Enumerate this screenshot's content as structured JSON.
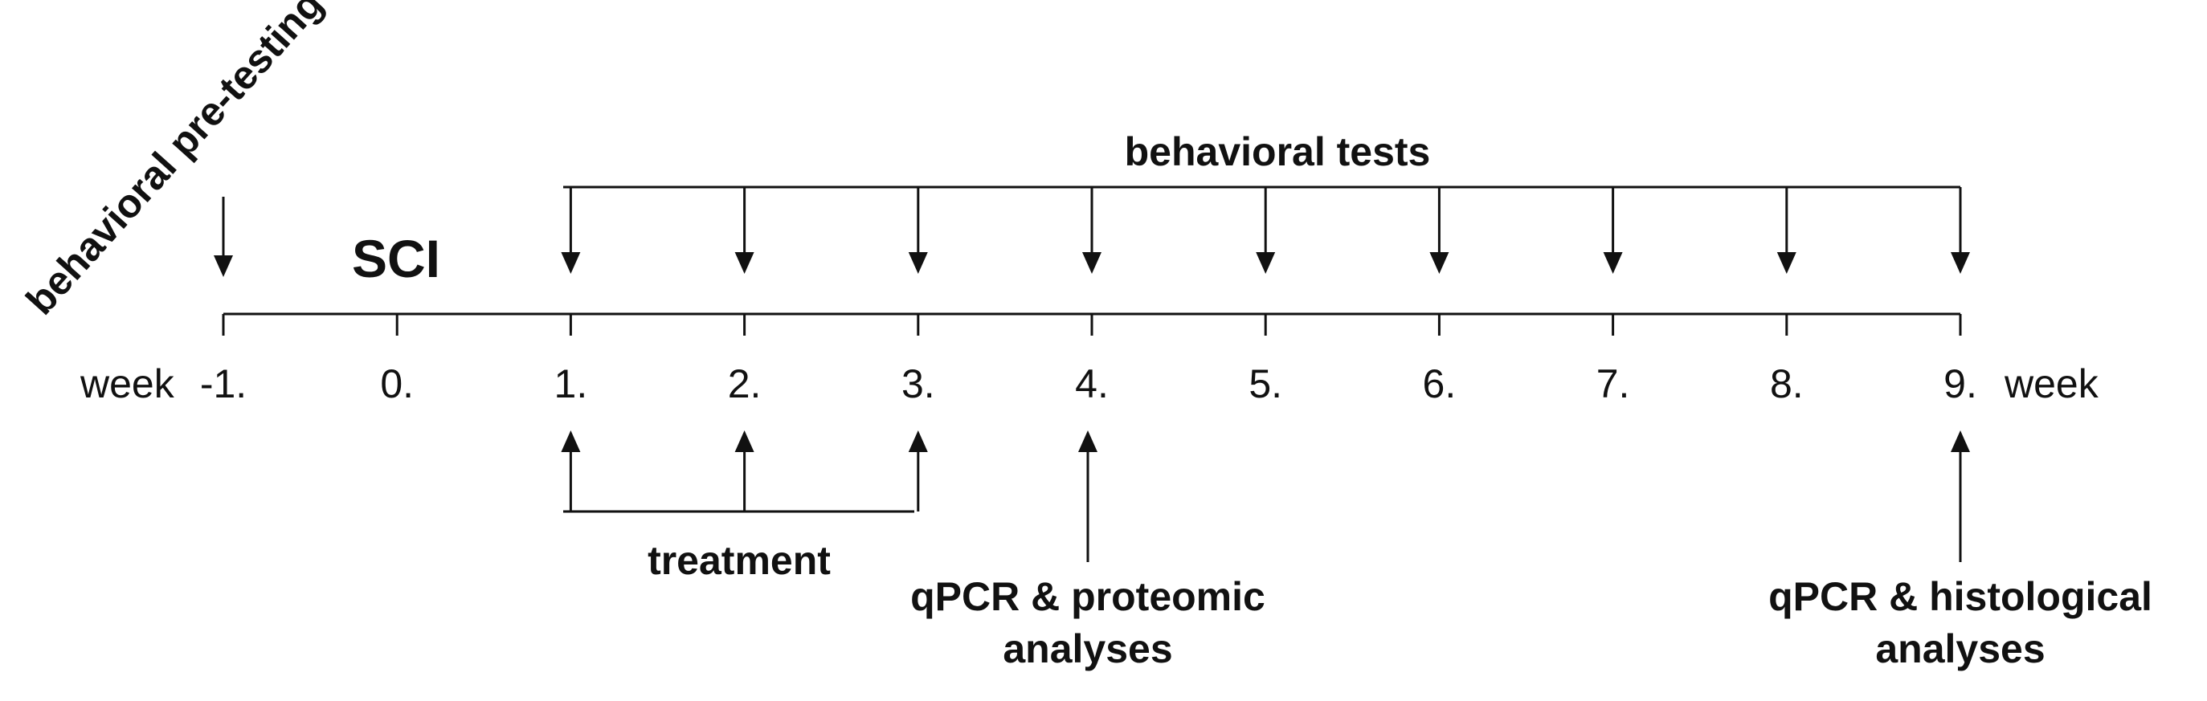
{
  "figure": {
    "pre_testing_label": "behavioral pre-testing",
    "sci_label": "SCI",
    "behavioral_tests_label": "behavioral tests",
    "treatment_label": "treatment",
    "week_label_left": "week",
    "week_label_right": "week",
    "week_ticks": [
      "-1.",
      "0.",
      "1.",
      "2.",
      "3.",
      "4.",
      "5.",
      "6.",
      "7.",
      "8.",
      "9."
    ],
    "analysis_week4": {
      "line1": "qPCR & proteomic",
      "line2": "analyses"
    },
    "analysis_week9": {
      "line1": "qPCR & histological",
      "line2": "analyses"
    }
  }
}
